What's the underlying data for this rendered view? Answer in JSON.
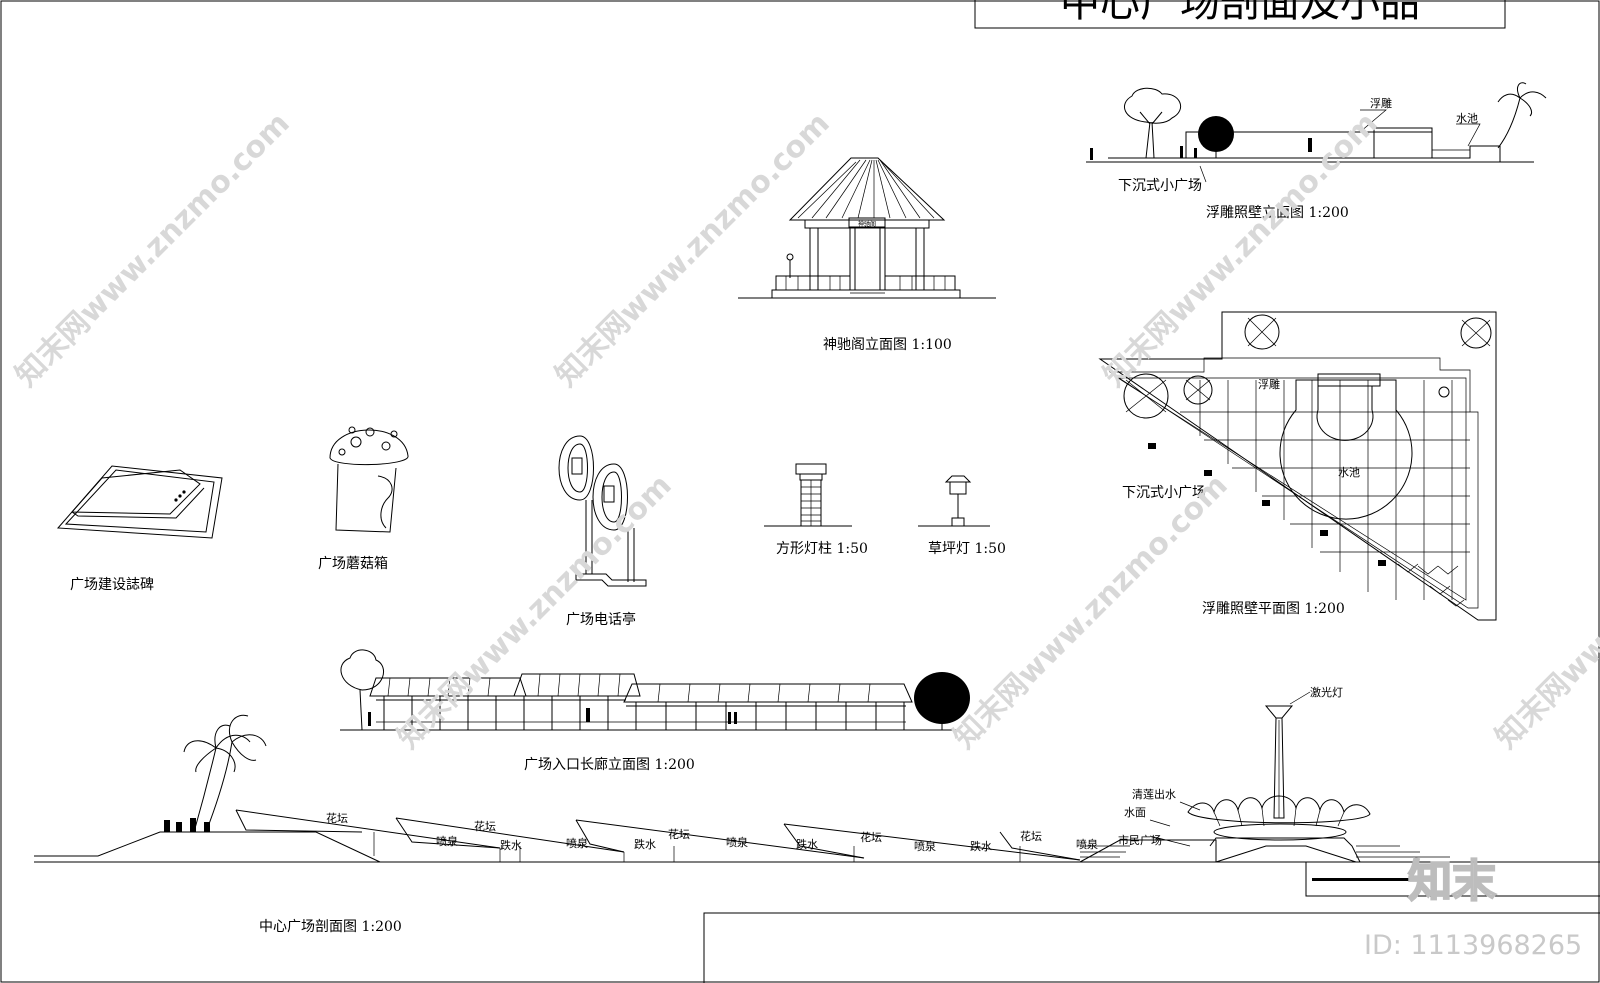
{
  "sheet_title": "中心广场剖面及小品",
  "drawings": {
    "pavilion": {
      "caption": "神驰阁立面图 1:100",
      "plaque": "神驰阁"
    },
    "relief_elevation": {
      "caption": "浮雕照壁立面图 1:200",
      "label_relief": "浮雕",
      "label_pool": "水池",
      "label_sunken": "下沉式小广场"
    },
    "relief_plan": {
      "caption": "浮雕照壁平面图 1:200",
      "label_relief": "浮雕",
      "label_pool": "水池",
      "label_sunken": "下沉式小广场"
    },
    "monument": {
      "caption": "广场建设誌碑"
    },
    "mushroom_bin": {
      "caption": "广场蘑菇箱"
    },
    "phone_booth": {
      "caption": "广场电话亭"
    },
    "square_lamp": {
      "caption": "方形灯柱 1:50"
    },
    "lawn_lamp": {
      "caption": "草坪灯 1:50"
    },
    "corridor": {
      "caption": "广场入口长廊立面图 1:200"
    },
    "section": {
      "caption": "中心广场剖面图 1:200",
      "labels": {
        "laser": "激光灯",
        "clear_water": "清莲出水",
        "water_surface": "水面",
        "civic_square": "市民广场",
        "flower_bed": "花坛",
        "fountain": "喷泉",
        "cascade": "跌水"
      }
    }
  },
  "watermark": {
    "text": "知末网www.znzmo.com",
    "logo": "知末",
    "id": "ID: 1113968265"
  }
}
